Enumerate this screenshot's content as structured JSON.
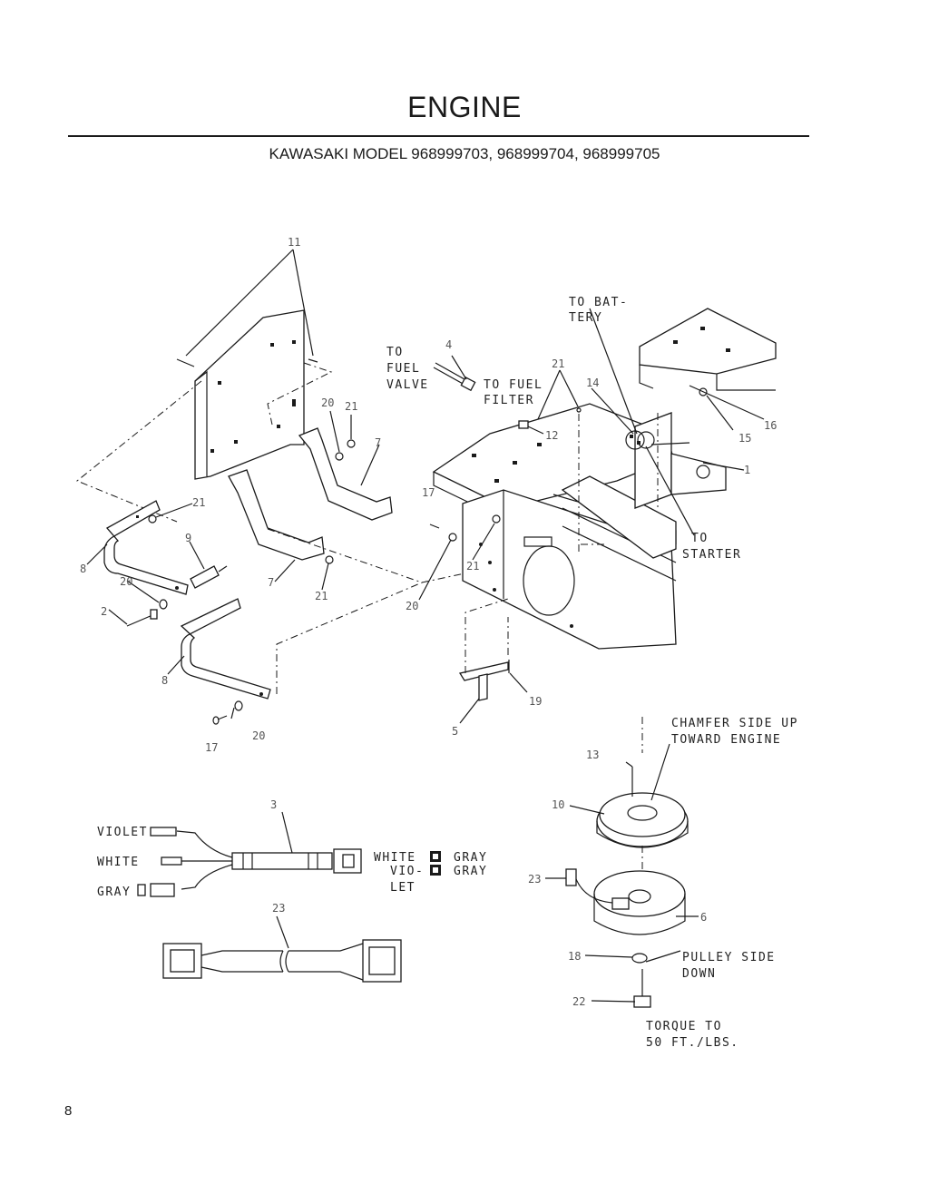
{
  "page": {
    "title": "ENGINE",
    "subtitle": "KAWASAKI MODEL 968999703, 968999704, 968999705",
    "page_number": "8"
  },
  "diagram": {
    "callouts": {
      "n1": "1",
      "n2": "2",
      "n3": "3",
      "n4": "4",
      "n5": "5",
      "n6": "6",
      "n7a": "7",
      "n7b": "7",
      "n8a": "8",
      "n8b": "8",
      "n9": "9",
      "n10": "10",
      "n11": "11",
      "n12": "12",
      "n13": "13",
      "n14": "14",
      "n15": "15",
      "n16": "16",
      "n17a": "17",
      "n17b": "17",
      "n18": "18",
      "n19": "19",
      "n20a": "20",
      "n20b": "20",
      "n20c": "20",
      "n20d": "20",
      "n21a": "21",
      "n21b": "21",
      "n21c": "21",
      "n21d": "21",
      "n21e": "21",
      "n22": "22",
      "n23a": "23",
      "n23b": "23"
    },
    "labels": {
      "to_fuel_valve": [
        "TO",
        "FUEL",
        "VALVE"
      ],
      "to_fuel_filter": [
        "TO FUEL",
        "FILTER"
      ],
      "to_battery": [
        "TO BAT-",
        "TERY"
      ],
      "to_starter": [
        "TO",
        "STARTER"
      ],
      "chamfer": [
        "CHAMFER SIDE UP",
        "TOWARD ENGINE"
      ],
      "pulley_side": [
        "PULLEY SIDE",
        "DOWN"
      ],
      "torque": [
        "TORQUE TO",
        "50 FT./LBS."
      ],
      "wire_violet": "VIOLET",
      "wire_white": "WHITE",
      "wire_gray": "GRAY",
      "conn_white": "WHITE",
      "conn_gray1": "GRAY",
      "conn_vio": "VIO-",
      "conn_gray2": "GRAY",
      "conn_let": "LET"
    }
  }
}
